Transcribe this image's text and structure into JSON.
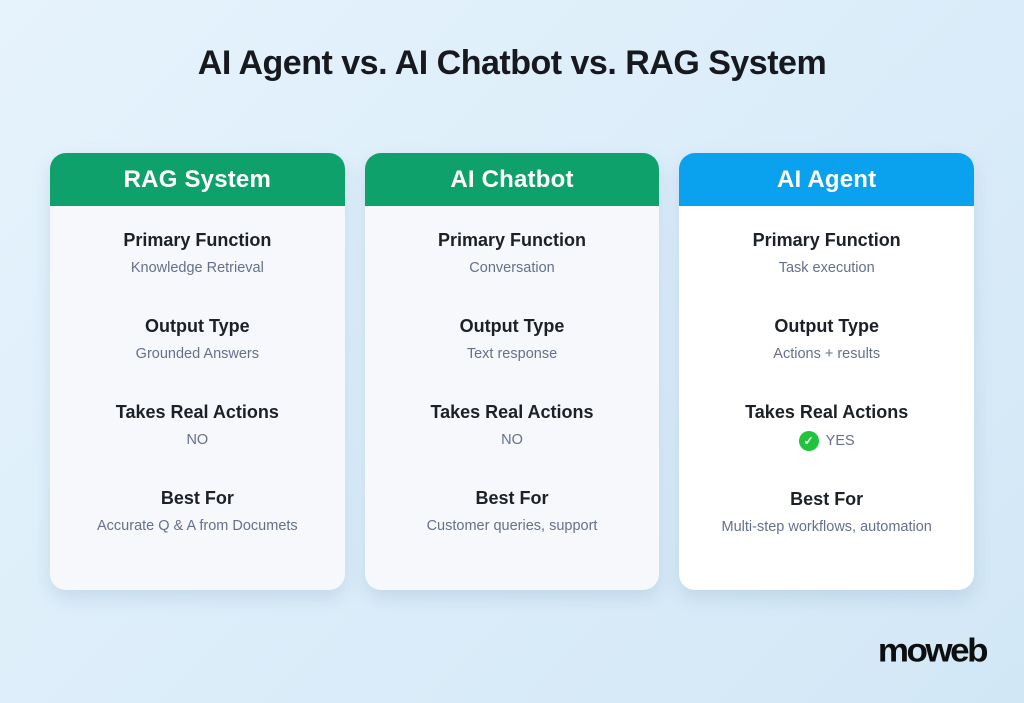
{
  "page": {
    "title": "AI Agent vs. AI Chatbot vs. RAG System"
  },
  "colors": {
    "background_top": "#e6f3fc",
    "background_bottom": "#d2e7f6",
    "header_green": "#0fa16c",
    "header_blue": "#0aa2ee",
    "check_green": "#1fc33c",
    "label_text": "#1c2128",
    "value_text": "#64708c"
  },
  "icons": {
    "check_icon": "✓"
  },
  "cards": [
    {
      "title": "RAG System",
      "header_color": "#0fa16c",
      "highlighted": false,
      "sections": [
        {
          "label": "Primary Function",
          "value": "Knowledge Retrieval"
        },
        {
          "label": "Output Type",
          "value": "Grounded Answers"
        },
        {
          "label": "Takes Real Actions",
          "value": "NO"
        },
        {
          "label": "Best For",
          "value": "Accurate Q & A from Documets"
        }
      ]
    },
    {
      "title": "AI Chatbot",
      "header_color": "#0fa16c",
      "highlighted": false,
      "sections": [
        {
          "label": "Primary Function",
          "value": "Conversation"
        },
        {
          "label": "Output Type",
          "value": "Text response"
        },
        {
          "label": "Takes Real Actions",
          "value": "NO"
        },
        {
          "label": "Best For",
          "value": "Customer queries, support"
        }
      ]
    },
    {
      "title": "AI Agent",
      "header_color": "#0aa2ee",
      "highlighted": true,
      "sections": [
        {
          "label": "Primary Function",
          "value": "Task execution"
        },
        {
          "label": "Output Type",
          "value": "Actions + results"
        },
        {
          "label": "Takes Real Actions",
          "value": "YES",
          "icon": "check-icon"
        },
        {
          "label": "Best For",
          "value": "Multi-step workflows, automation"
        }
      ]
    }
  ],
  "footer": {
    "logo_text": "moweb"
  }
}
